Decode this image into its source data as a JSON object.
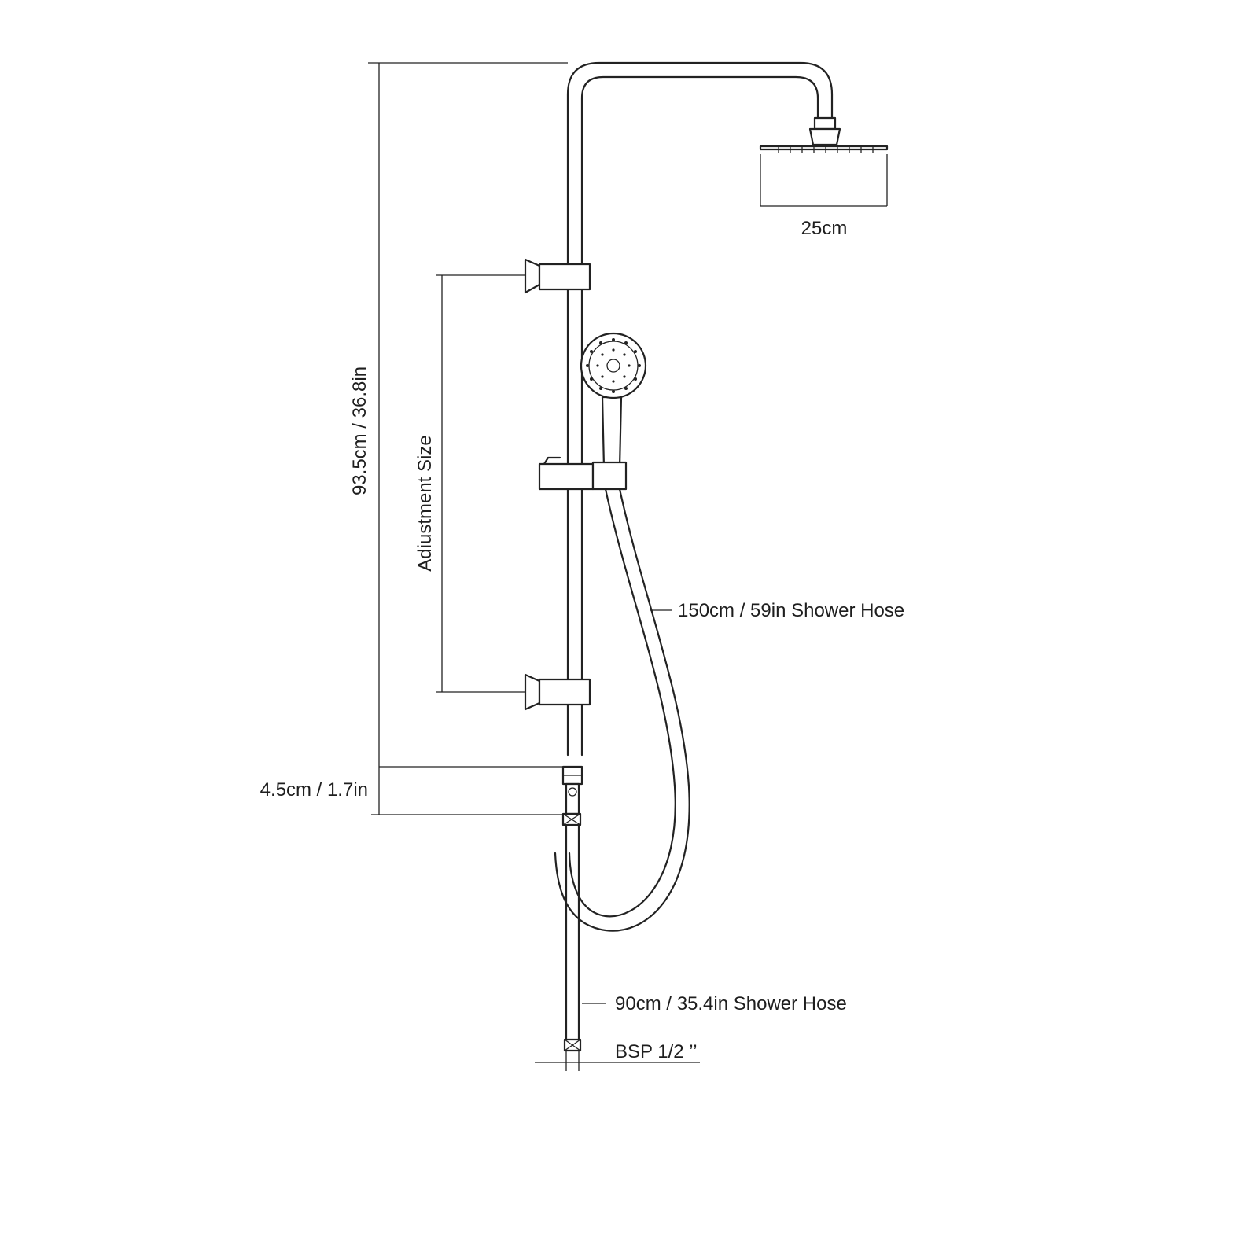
{
  "labels": {
    "head_width": "25cm",
    "total_height": "93.5cm / 36.8in",
    "adjustment": "Adiustment Size",
    "upper_hose": "150cm / 59in Shower Hose",
    "diverter_gap": "4.5cm / 1.7in",
    "lower_hose": "90cm / 35.4in Shower Hose",
    "thread": "BSP 1/2 ’’"
  },
  "colors": {
    "line": "#222222",
    "background": "#ffffff"
  }
}
